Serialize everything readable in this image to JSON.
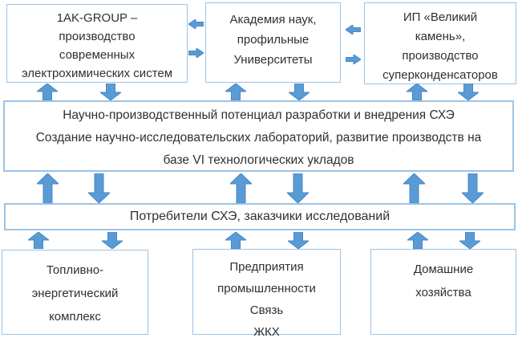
{
  "colors": {
    "background": "#ffffff",
    "box_border": "#9cc3e6",
    "arrow_fill": "#5b9bd5",
    "arrow_stroke": "#4488c4",
    "text": "#303030"
  },
  "diagram": {
    "top_row": [
      {
        "name": "1AK-GROUP",
        "lines": [
          "1AK-GROUP –",
          "производство",
          "современных",
          "электрохимических систем"
        ]
      },
      {
        "name": "Академия наук",
        "lines": [
          "Академия наук,",
          "профильные",
          "Университеты"
        ]
      },
      {
        "name": "ИП Великий камень",
        "lines": [
          "ИП «Великий",
          "камень»,",
          "производство",
          "суперконденсаторов"
        ]
      }
    ],
    "core": {
      "lines": [
        "Научно-производственный потенциал разработки и внедрения СХЭ",
        "Создание научно-исследовательских лабораторий, развитие производств на",
        "базе VI технологических укладов"
      ]
    },
    "consumers": {
      "label": "Потребители СХЭ, заказчики исследований"
    },
    "bottom_row": [
      {
        "name": "ТЭК",
        "lines": [
          "Топливно-",
          "энергетический",
          "комплекс"
        ]
      },
      {
        "name": "Промышленность",
        "lines": [
          "Предприятия",
          "промышленности",
          "Связь",
          "ЖКХ"
        ]
      },
      {
        "name": "Домашние хозяйства",
        "lines": [
          "Домашние",
          "хозяйства"
        ]
      }
    ]
  }
}
